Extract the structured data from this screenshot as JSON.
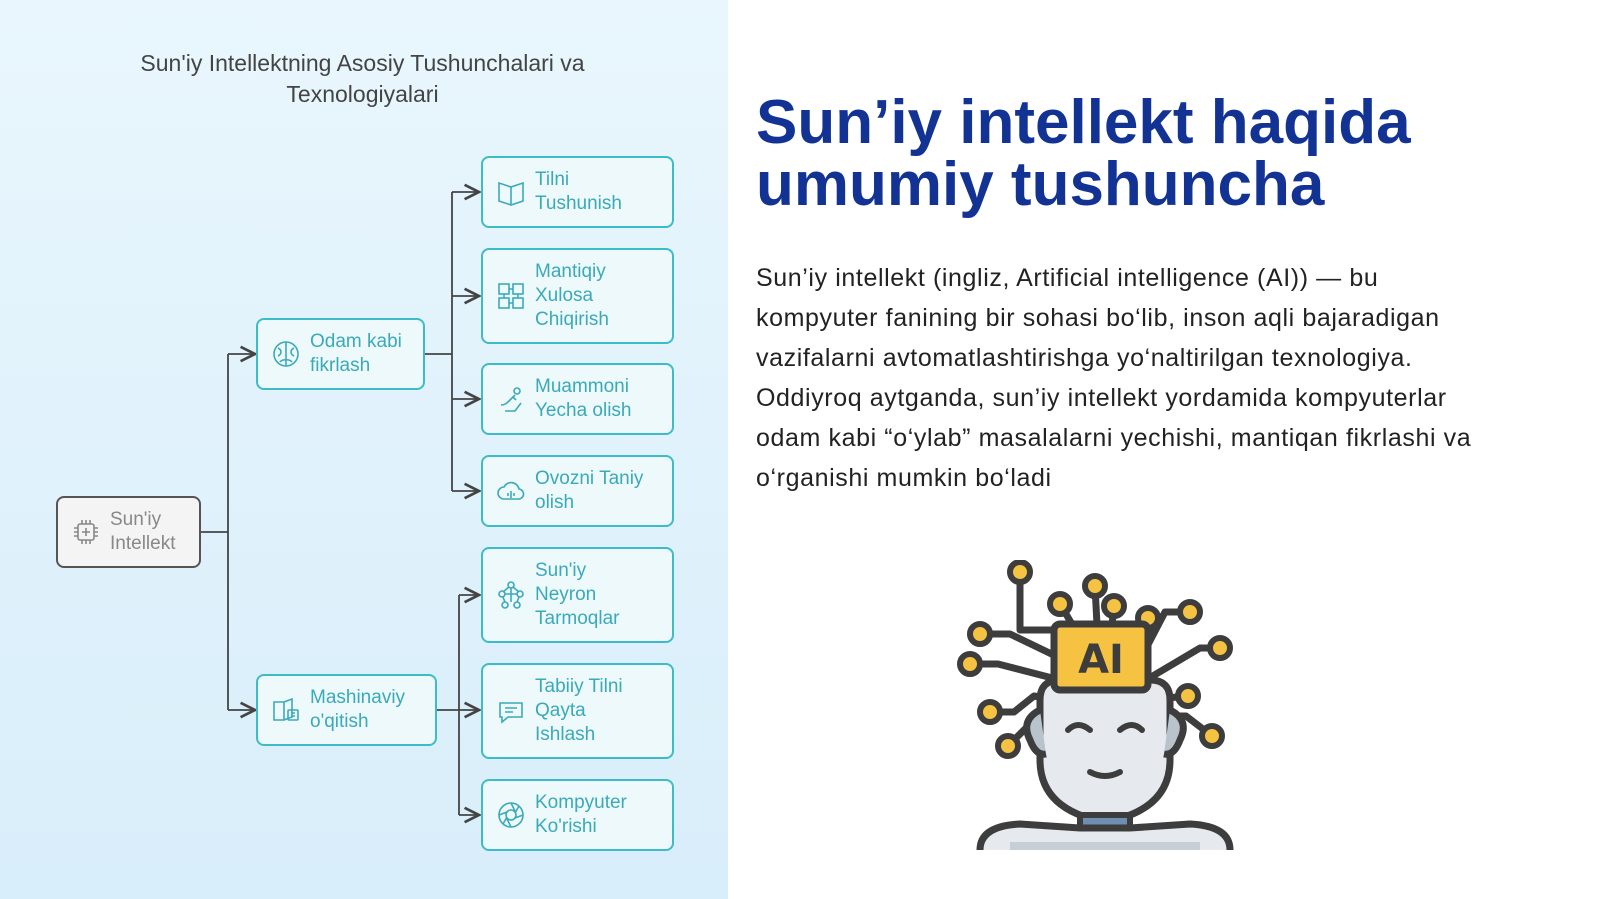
{
  "diagram": {
    "title": "Sun'iy Intellektning Asosiy Tushunchalari va Texnologiyalari",
    "root": {
      "label": "Sun'iy\nIntellekt",
      "icon": "ai-chip-icon"
    },
    "branches": [
      {
        "label": "Odam kabi\nfikrlash",
        "icon": "brain-icon",
        "children": [
          {
            "label": "Tilni\nTushunish",
            "icon": "book-icon"
          },
          {
            "label": "Mantiqiy\nXulosa\nChiqirish",
            "icon": "puzzle-icon"
          },
          {
            "label": "Muammoni\nYecha olish",
            "icon": "hand-icon"
          },
          {
            "label": "Ovozni Taniy\nolish",
            "icon": "cloud-sound-icon"
          }
        ]
      },
      {
        "label": "Mashinaviy\no'qitish",
        "icon": "learning-book-icon",
        "children": [
          {
            "label": "Sun'iy\nNeyron\nTarmoqlar",
            "icon": "network-icon"
          },
          {
            "label": "Tabiiy Tilni\nQayta\nIshlash",
            "icon": "chat-icon"
          },
          {
            "label": "Kompyuter\nKo'rishi",
            "icon": "aperture-icon"
          }
        ]
      }
    ]
  },
  "heading": "Sun’iy intellekt haqida umumiy tushuncha",
  "body": "Sun’iy intellekt (ingliz, Artificial intelligence (AI)) — bu kompyuter fanining bir sohasi bo‘lib, inson aqli bajaradigan vazifalarni avtomatlashtirishga yo‘naltirilgan texnologiya. Oddiyroq aytganda, sun’iy intellekt yordamida kompyuterlar odam kabi “o‘ylab” masalalarni yechishi, mantiqan fikrlashi va o‘rganishi mumkin bo‘ladi",
  "illustration": {
    "chip_label": "AI",
    "icon": "ai-head-icon"
  },
  "colors": {
    "heading": "#123393",
    "node_border": "#3cbcc6",
    "node_text": "#3aaab8",
    "chip": "#f5c242"
  }
}
